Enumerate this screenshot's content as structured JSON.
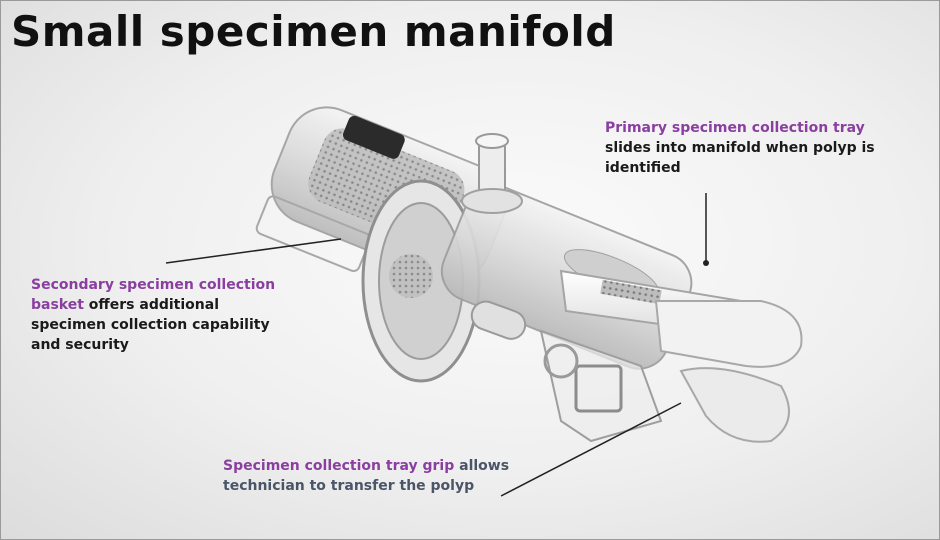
{
  "title": "Small specimen manifold",
  "callouts": {
    "primary": {
      "highlight": "Primary specimen collection tray",
      "rest": " slides into manifold when polyp is identified"
    },
    "secondary": {
      "highlight": "Secondary specimen collection basket",
      "rest": " offers additional specimen collection capability and security"
    },
    "grip": {
      "highlight": "Specimen collection tray grip",
      "rest": " allows technician to transfer the polyp"
    }
  },
  "colors": {
    "highlight": "#8a3fa0",
    "text": "#1a1a1a",
    "grip_text": "#4a5568"
  }
}
